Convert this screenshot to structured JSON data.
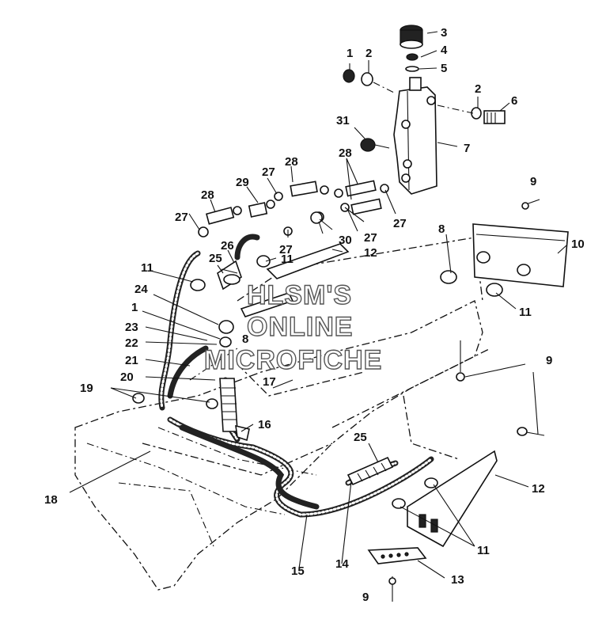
{
  "watermark": {
    "line1": "HLSM'S",
    "line2": "ONLINE",
    "line3": "MICROFICHE"
  },
  "callouts": {
    "n1a": "1",
    "n2a": "2",
    "n3": "3",
    "n4": "4",
    "n5": "5",
    "n2b": "2",
    "n6": "6",
    "n31": "31",
    "n7": "7",
    "n28a": "28",
    "n27a": "27",
    "n28b": "28",
    "n29": "29",
    "n28c": "28",
    "n27b": "27",
    "n27c": "27",
    "n9a": "9",
    "n27d": "27",
    "n30": "30",
    "n27e": "27",
    "n8a": "8",
    "n10": "10",
    "n26": "26",
    "n25a": "25",
    "n11a": "11",
    "n12a": "12",
    "n11b": "11",
    "n24": "24",
    "n11c": "11",
    "n1b": "1",
    "n23": "23",
    "n22": "22",
    "n8b": "8",
    "n21": "21",
    "n20": "20",
    "n9b": "9",
    "n17": "17",
    "n19": "19",
    "n16": "16",
    "n25b": "25",
    "n12b": "12",
    "n18": "18",
    "n11d": "11",
    "n15": "15",
    "n14": "14",
    "n13": "13",
    "n9c": "9"
  }
}
